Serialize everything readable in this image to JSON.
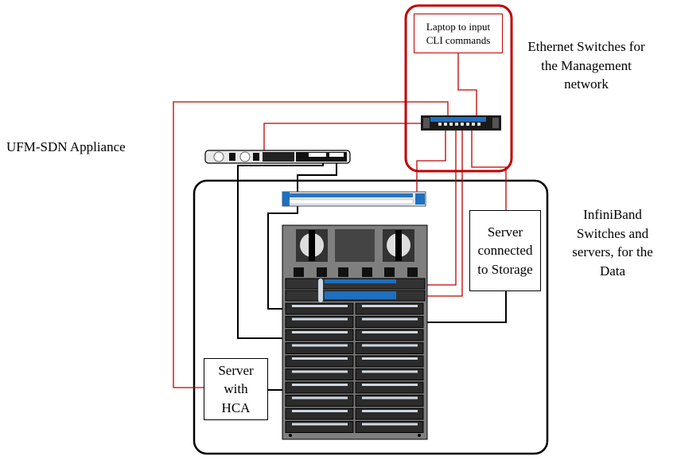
{
  "labels": {
    "ethernet": [
      "Ethernet Switches for",
      "the Management",
      "network"
    ],
    "ufm": "UFM-SDN Appliance",
    "infiniband": [
      "InfiniBand",
      "Switches and",
      "servers, for the",
      "Data"
    ]
  },
  "boxes": {
    "laptop": [
      "Laptop to input",
      "CLI commands"
    ],
    "storage_server": [
      "Server",
      "connected",
      "to Storage"
    ],
    "hca_server": [
      "Server",
      "with",
      "HCA"
    ]
  },
  "colors": {
    "management_line": "#c00000",
    "data_line": "#000000",
    "chassis": "#7f7f7f",
    "switch_accent": "#1f6fc0"
  }
}
